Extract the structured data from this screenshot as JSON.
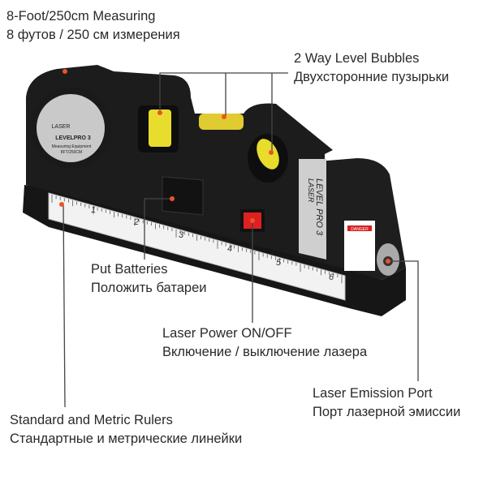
{
  "product": {
    "tape_label": [
      "LASER",
      "LEVELPRO 3",
      "Measuring Equipment",
      "8FT/250CM"
    ],
    "side_label": [
      "LASER",
      "LEVEL PRO 3"
    ],
    "ruler_numbers": [
      "1",
      "2",
      "3",
      "4",
      "5",
      "6"
    ],
    "warning_label": "DANGER"
  },
  "callouts": {
    "measuring": {
      "en": "8-Foot/250cm Measuring",
      "ru": "8 футов / 250 см измерения"
    },
    "bubbles": {
      "en": "2 Way Level Bubbles",
      "ru": "Двухсторонние пузырьки"
    },
    "batteries": {
      "en": "Put Batteries",
      "ru": "Положить батареи"
    },
    "power": {
      "en": "Laser Power ON/OFF",
      "ru": "Включение / выключение лазера"
    },
    "emission": {
      "en": "Laser Emission Port",
      "ru": "Порт лазерной эмиссии"
    },
    "rulers": {
      "en": "Standard and Metric Rulers",
      "ru": "Стандартные и метрические линейки"
    }
  },
  "colors": {
    "body": "#1a1a1a",
    "accent_dot": "#e8542a",
    "switch": "#e02020",
    "bubble": "#f0e030"
  }
}
